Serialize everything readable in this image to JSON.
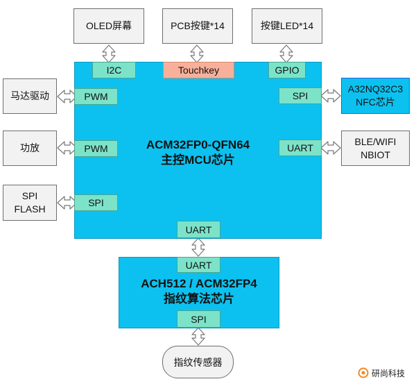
{
  "top_boxes": {
    "oled": "OLED屏幕",
    "pcb_keys": "PCB按键*14",
    "key_led": "按键LED*14"
  },
  "left_boxes": {
    "motor": "马达驱动",
    "amp": "功放",
    "spi_flash_line1": "SPI",
    "spi_flash_line2": "FLASH"
  },
  "right_boxes": {
    "nfc_line1": "A32NQ32C3",
    "nfc_line2": "NFC芯片",
    "ble_line1": "BLE/WIFI",
    "ble_line2": "NBIOT"
  },
  "main_chip": {
    "title_line1": "ACM32FP0-QFN64",
    "title_line2": "主控MCU芯片",
    "ports": {
      "i2c": "I2C",
      "touchkey": "Touchkey",
      "gpio": "GPIO",
      "pwm_motor": "PWM",
      "pwm_amp": "PWM",
      "spi_flash": "SPI",
      "spi_nfc": "SPI",
      "uart_ble": "UART",
      "uart_bottom": "UART"
    }
  },
  "finger_chip": {
    "title_line1": "ACH512 / ACM32FP4",
    "title_line2": "指纹算法芯片",
    "ports": {
      "uart_top": "UART",
      "spi_bottom": "SPI"
    }
  },
  "sensor": "指纹传感器",
  "logo_text": "研尚科技",
  "colors": {
    "chip_fill": "#0cc1ef",
    "port_fill": "#7ce3c9",
    "touchkey_fill": "#f8b09a",
    "peripheral_fill": "#f2f2f2"
  }
}
